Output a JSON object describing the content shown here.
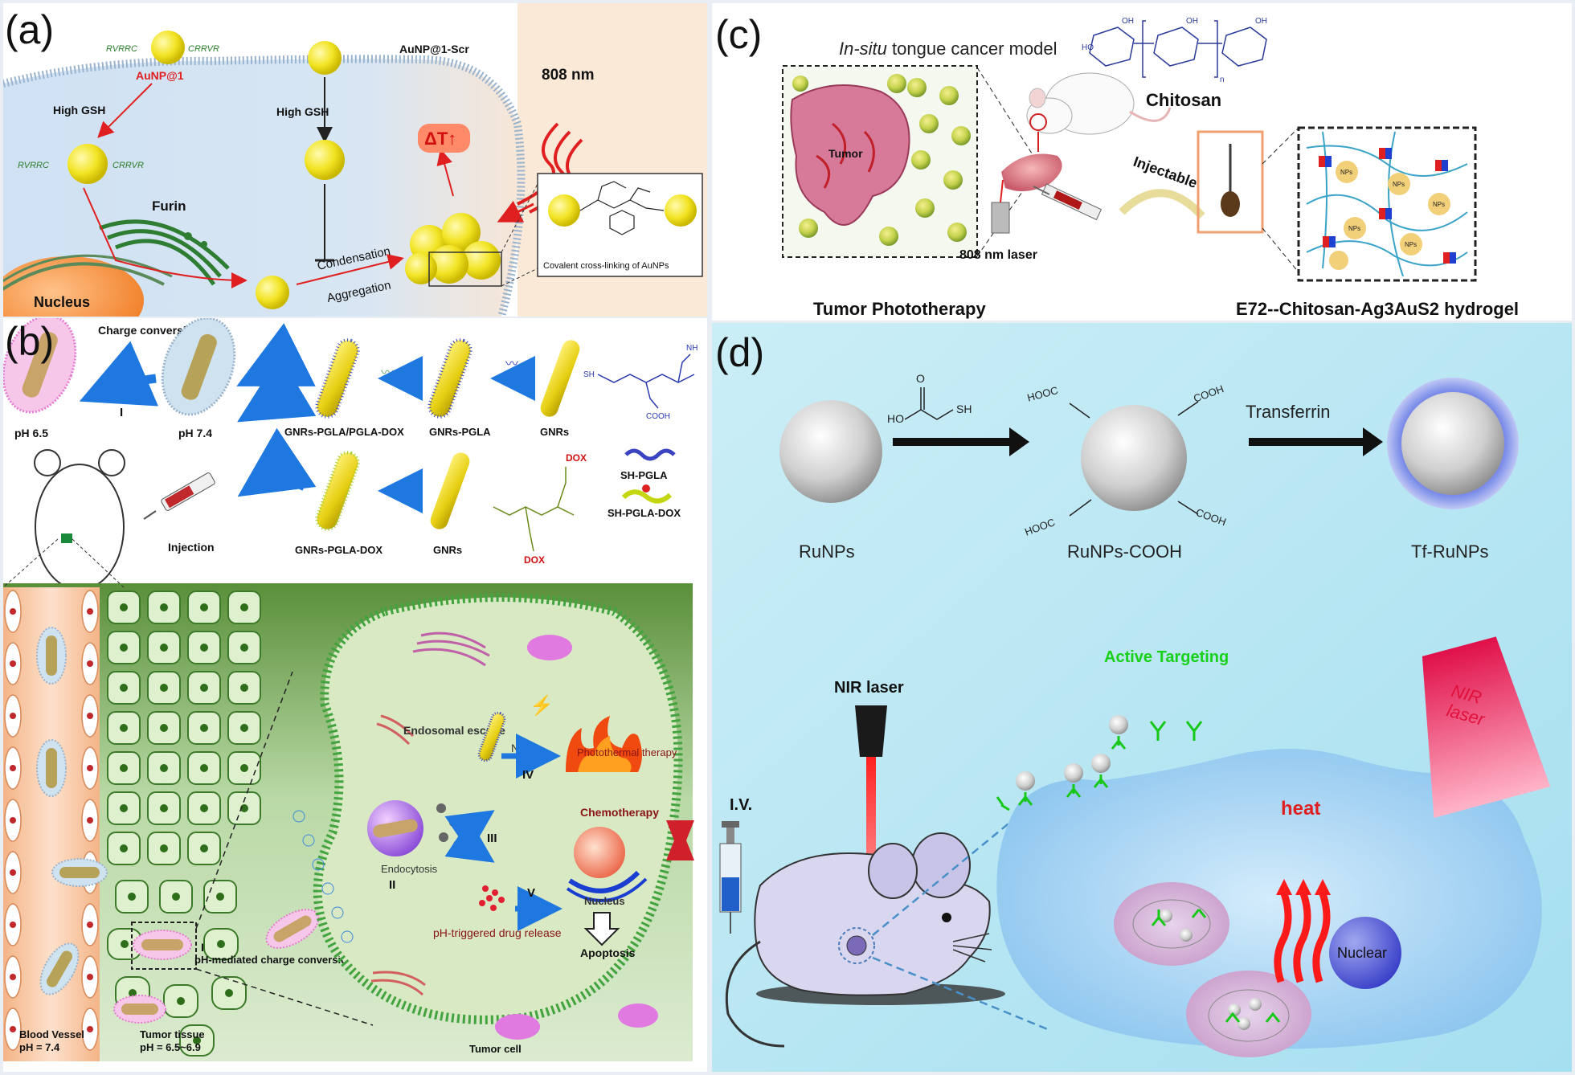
{
  "panel_a": {
    "label": "(a)",
    "probe": "AuNP@1",
    "scr_probe": "AuNP@1-Scr",
    "gsh_left": "High GSH",
    "gsh_right": "High GSH",
    "enzyme": "Furin",
    "nucleus": "Nucleus",
    "laser": "808 nm",
    "delta_t": "ΔT↑",
    "condensation": "Condensation",
    "aggregation": "Aggregation",
    "crosslink": "Covalent cross-linking of AuNPs",
    "peptide_left": "RVRRC",
    "peptide_right": "CRRVR"
  },
  "panel_b": {
    "label": "(b)",
    "charge_conversion": "Charge conversion",
    "roman_I": "I",
    "roman_II": "II",
    "roman_III": "III",
    "roman_IV": "IV",
    "roman_V": "V",
    "ph_65": "pH 6.5",
    "ph_74": "pH 7.4",
    "gnrs_pgla_dox_mix": "GNRs-PGLA/PGLA-DOX",
    "gnrs_pgla": "GNRs-PGLA",
    "gnrs_1": "GNRs",
    "gnrs_2": "GNRs",
    "gnrs_pgla_dox": "GNRs-PGLA-DOX",
    "sh_pgla": "SH-PGLA",
    "sh_pgla_dox": "SH-PGLA-DOX",
    "injection": "Injection",
    "dox_1": "DOX",
    "dox_2": "DOX",
    "sh": "SH",
    "cooh": "COOH",
    "nh2": "NH",
    "endosomal_escape": "Endosomal escape",
    "nir": "NIR",
    "photothermal": "Photothermal therapy",
    "chemotherapy": "Chemotherapy",
    "endocytosis": "Endocytosis",
    "ph_triggered": "pH-triggered drug release",
    "nucleus": "Nucleus",
    "apoptosis": "Apoptosis",
    "ph_mediated": "pH-mediated charge conversion",
    "blood_vessel": "Blood Vessel",
    "blood_ph": "pH = 7.4",
    "tumor_tissue": "Tumor tissue",
    "tumor_ph": "pH = 6.5~6.9",
    "tumor_cell": "Tumor cell"
  },
  "panel_c": {
    "label": "(c)",
    "model_italic": "In-situ",
    "model_rest": " tongue cancer model",
    "chitosan": "Chitosan",
    "tumor": "Tumor",
    "injectable": "Injectable",
    "laser": "808 nm laser",
    "phototherapy": "Tumor Phototherapy",
    "hydrogel": "E72--Chitosan-Ag3AuS2 hydrogel",
    "nps": "NPs",
    "ho": "HO",
    "oh": "OH",
    "n": "n"
  },
  "panel_d": {
    "label": "(d)",
    "runps": "RuNPs",
    "runps_cooh": "RuNPs-COOH",
    "tf_runps": "Tf-RuNPs",
    "transferrin": "Transferrin",
    "sh": "SH",
    "ho": "HO",
    "o": "O",
    "hooc": "HOOC",
    "cooh": "COOH",
    "active_targeting": "Active Targeting",
    "nir_laser": "NIR laser",
    "nir_laser_cone_1": "NIR",
    "nir_laser_cone_2": "laser",
    "iv": "I.V.",
    "heat": "heat",
    "nuclear": "Nuclear"
  }
}
